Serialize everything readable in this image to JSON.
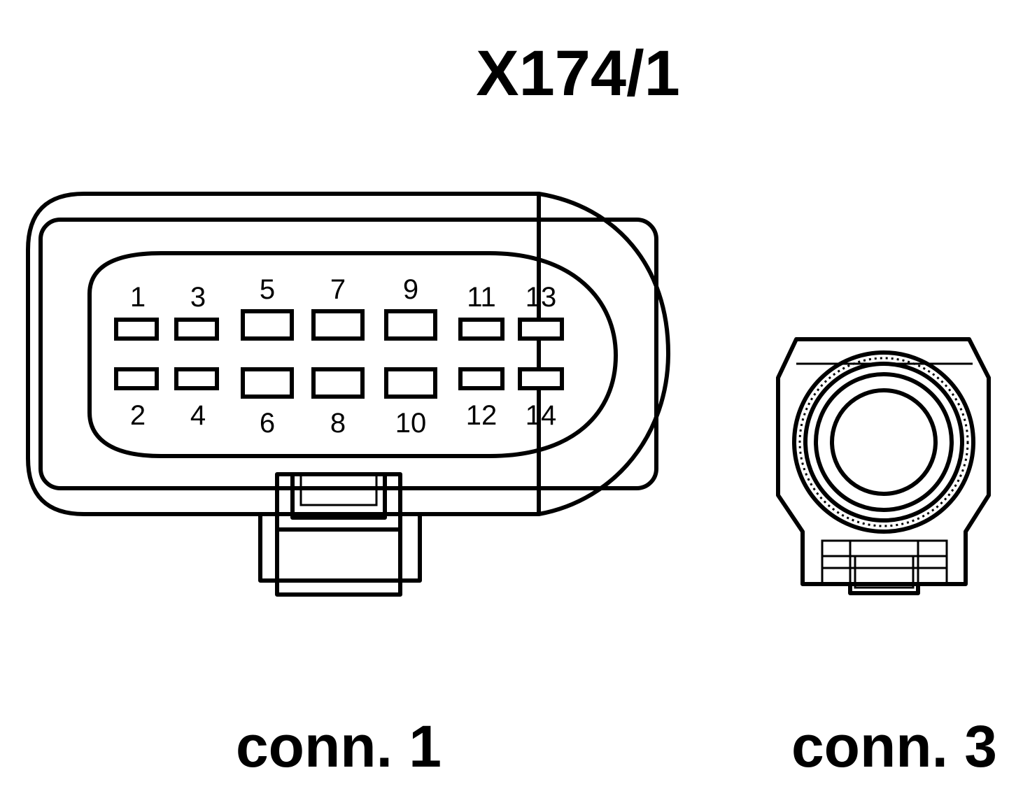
{
  "title": "X174/1",
  "connectors": [
    {
      "caption": "conn. 1",
      "pins_top": [
        "1",
        "3",
        "5",
        "7",
        "9",
        "11",
        "13"
      ],
      "pins_bottom": [
        "2",
        "4",
        "6",
        "8",
        "10",
        "12",
        "14"
      ]
    },
    {
      "caption": "conn. 3"
    }
  ]
}
